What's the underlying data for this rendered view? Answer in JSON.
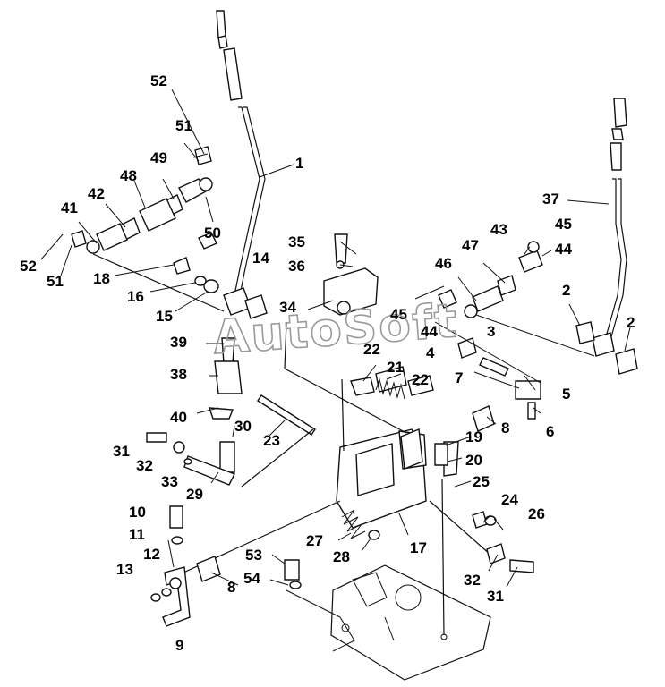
{
  "watermark": "AutoSoft",
  "labels": {
    "l52a": "52",
    "l51a": "51",
    "l48": "48",
    "l49": "49",
    "l42": "42",
    "l41": "41",
    "l52b": "52",
    "l51b": "51",
    "l50": "50",
    "l18": "18",
    "l16": "16",
    "l15": "15",
    "l1": "1",
    "l14": "14",
    "l35": "35",
    "l36": "36",
    "l34": "34",
    "l39": "39",
    "l38": "38",
    "l40": "40",
    "l30": "30",
    "l23": "23",
    "l31a": "31",
    "l32a": "32",
    "l33": "33",
    "l29": "29",
    "l10": "10",
    "l11": "11",
    "l12": "12",
    "l13": "13",
    "l9": "9",
    "l8a": "8",
    "l53": "53",
    "l54": "54",
    "l27": "27",
    "l28": "28",
    "l17": "17",
    "l22a": "22",
    "l21": "21",
    "l22b": "22",
    "l4": "4",
    "l44a": "44",
    "l45a": "45",
    "l46": "46",
    "l47": "47",
    "l43": "43",
    "l45b": "45",
    "l44b": "44",
    "l37": "37",
    "l2a": "2",
    "l2b": "2",
    "l3": "3",
    "l7": "7",
    "l5": "5",
    "l6": "6",
    "l19": "19",
    "l8b": "8",
    "l20": "20",
    "l25": "25",
    "l24": "24",
    "l26": "26",
    "l32b": "32",
    "l31b": "31"
  }
}
